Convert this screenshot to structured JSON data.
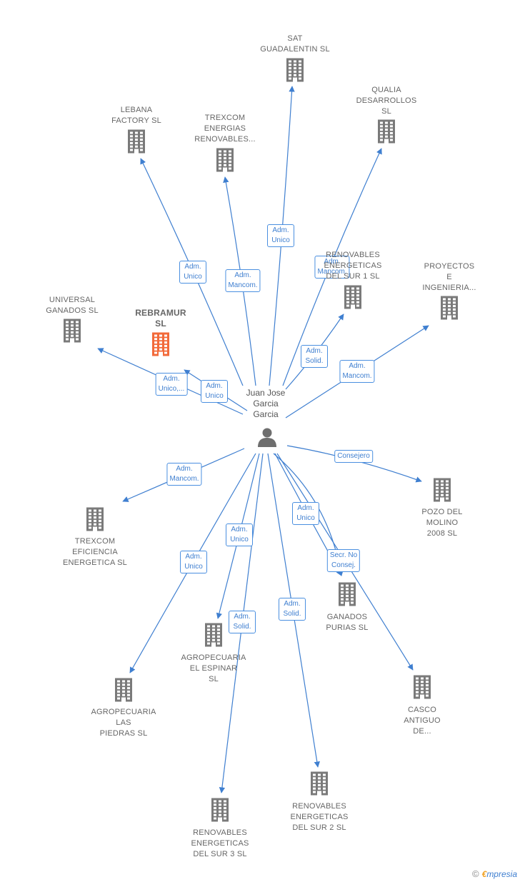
{
  "center": {
    "label": "Juan Jose\nGarcia\nGarcia"
  },
  "nodes": [
    {
      "id": "sat",
      "label": "SAT\nGUADALENTIN SL",
      "highlight": false
    },
    {
      "id": "qualia",
      "label": "QUALIA\nDESARROLLOS\nSL",
      "highlight": false
    },
    {
      "id": "lebana",
      "label": "LEBANA\nFACTORY  SL",
      "highlight": false
    },
    {
      "id": "trexcom-ren",
      "label": "TREXCOM\nENERGIAS\nRENOVABLES...",
      "highlight": false
    },
    {
      "id": "ren-sur1",
      "label": "RENOVABLES\nENERGETICAS\nDEL SUR 1  SL",
      "highlight": false
    },
    {
      "id": "proyectos",
      "label": "PROYECTOS\nE\nINGENIERIA...",
      "highlight": false
    },
    {
      "id": "universal",
      "label": "UNIVERSAL\nGANADOS SL",
      "highlight": false
    },
    {
      "id": "rebramur",
      "label": "REBRAMUR\nSL",
      "highlight": true
    },
    {
      "id": "pozo",
      "label": "POZO DEL\nMOLINO\n2008 SL",
      "highlight": false
    },
    {
      "id": "trexcom-ef",
      "label": "TREXCOM\nEFICIENCIA\nENERGETICA SL",
      "highlight": false
    },
    {
      "id": "ganados-purias",
      "label": "GANADOS\nPURIAS SL",
      "highlight": false
    },
    {
      "id": "agro-espinar",
      "label": "AGROPECUARIA\nEL ESPINAR\nSL",
      "highlight": false
    },
    {
      "id": "agro-piedras",
      "label": "AGROPECUARIA\nLAS\nPIEDRAS  SL",
      "highlight": false
    },
    {
      "id": "casco",
      "label": "CASCO\nANTIGUO\nDE...",
      "highlight": false
    },
    {
      "id": "ren-sur2",
      "label": "RENOVABLES\nENERGETICAS\nDEL SUR 2  SL",
      "highlight": false
    },
    {
      "id": "ren-sur3",
      "label": "RENOVABLES\nENERGETICAS\nDEL SUR 3  SL",
      "highlight": false
    }
  ],
  "edges": [
    {
      "to": "sat",
      "label": "Adm.\nUnico"
    },
    {
      "to": "qualia",
      "label": "Adm.\nMancom."
    },
    {
      "to": "lebana",
      "label": "Adm.\nUnico"
    },
    {
      "to": "trexcom-ren",
      "label": "Adm.\nMancom."
    },
    {
      "to": "ren-sur1",
      "label": "Adm.\nSolid."
    },
    {
      "to": "proyectos",
      "label": "Adm.\nMancom."
    },
    {
      "to": "universal",
      "label": "Adm.\nUnico,..."
    },
    {
      "to": "rebramur",
      "label": "Adm.\nUnico"
    },
    {
      "to": "pozo",
      "label": "Consejero"
    },
    {
      "to": "trexcom-ef",
      "label": "Adm.\nMancom."
    },
    {
      "to": "ganados-purias",
      "label": "Adm.\nUnico"
    },
    {
      "to": "ganados-purias",
      "label": "Secr.  No\nConsej."
    },
    {
      "to": "agro-espinar",
      "label": "Adm.\nUnico"
    },
    {
      "to": "agro-piedras",
      "label": "Adm.\nUnico"
    },
    {
      "to": "ren-sur2",
      "label": "Adm.\nSolid."
    },
    {
      "to": "ren-sur3",
      "label": "Adm.\nSolid."
    },
    {
      "to": "casco",
      "label": ""
    }
  ],
  "colors": {
    "edge": "#3f7fd0",
    "building": "#7a7a7a",
    "highlight": "#f26a3a",
    "person": "#6e6e6e"
  },
  "icons": {
    "company": "building-icon",
    "person": "person-icon"
  },
  "brand": {
    "copyright": "©",
    "initial": "€",
    "name": "mpresia"
  }
}
